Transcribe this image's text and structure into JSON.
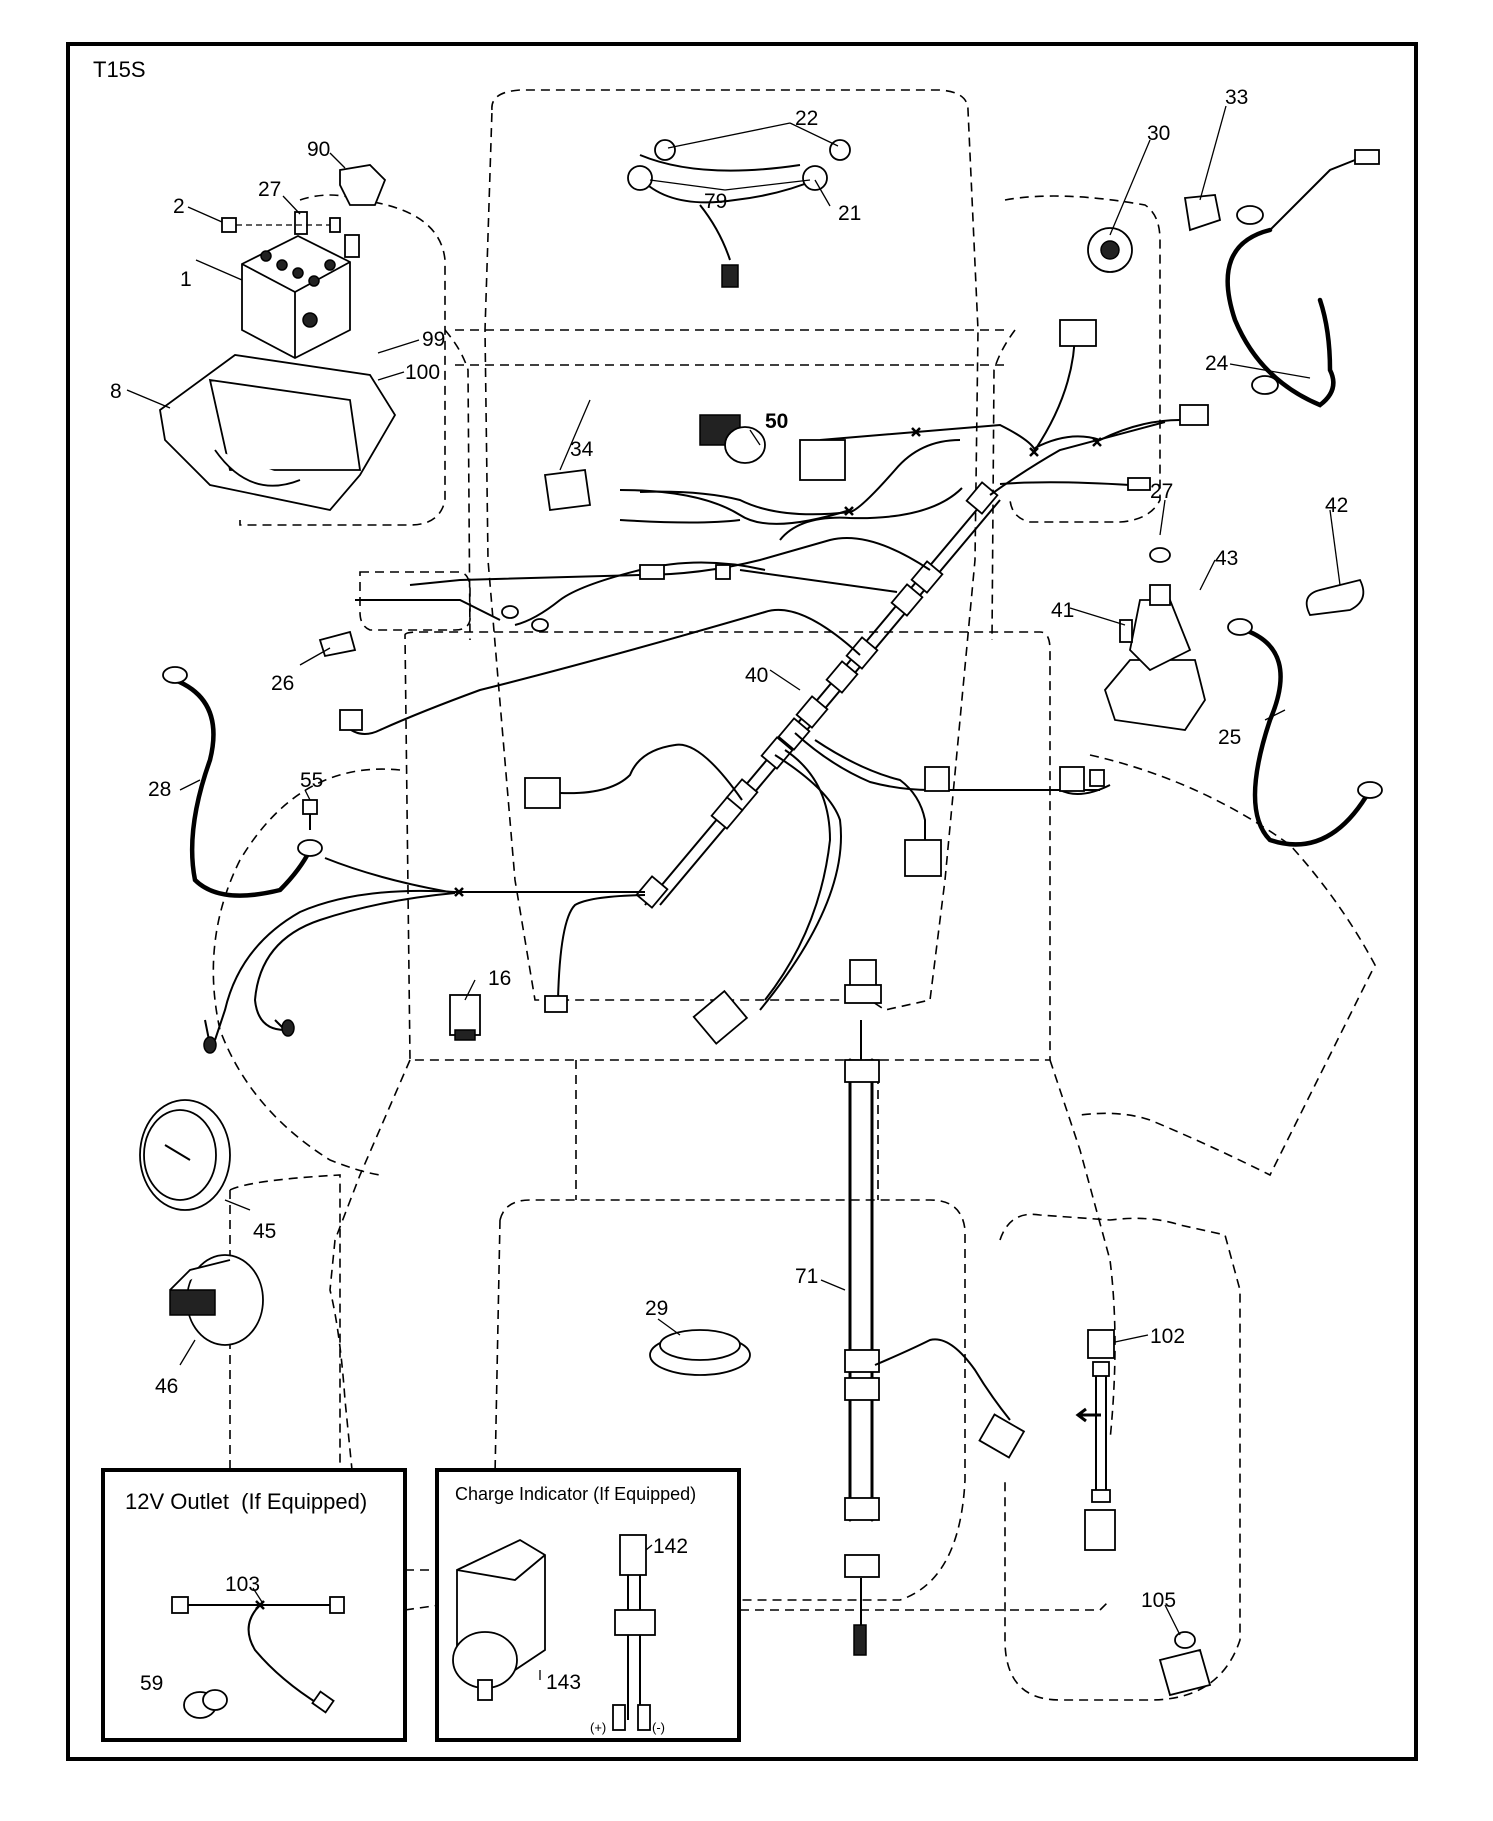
{
  "diagram_label": "T15S",
  "callouts": {
    "c1": "1",
    "c2": "2",
    "c8": "8",
    "c16": "16",
    "c21": "21",
    "c22": "22",
    "c24": "24",
    "c25": "25",
    "c26": "26",
    "c27a": "27",
    "c27b": "27",
    "c28": "28",
    "c29": "29",
    "c30": "30",
    "c33": "33",
    "c34": "34",
    "c40": "40",
    "c41": "41",
    "c42": "42",
    "c43": "43",
    "c45": "45",
    "c46": "46",
    "c50": "50",
    "c55": "55",
    "c59": "59",
    "c71": "71",
    "c79": "79",
    "c90": "90",
    "c99": "99",
    "c100": "100",
    "c102": "102",
    "c103": "103",
    "c105": "105",
    "c142": "142",
    "c143": "143"
  },
  "inset_12v": {
    "title": "12V Outlet  (If Equipped)"
  },
  "inset_charge": {
    "title": "Charge Indicator (If Equipped)",
    "plus": "(+)",
    "minus": "(-)"
  }
}
